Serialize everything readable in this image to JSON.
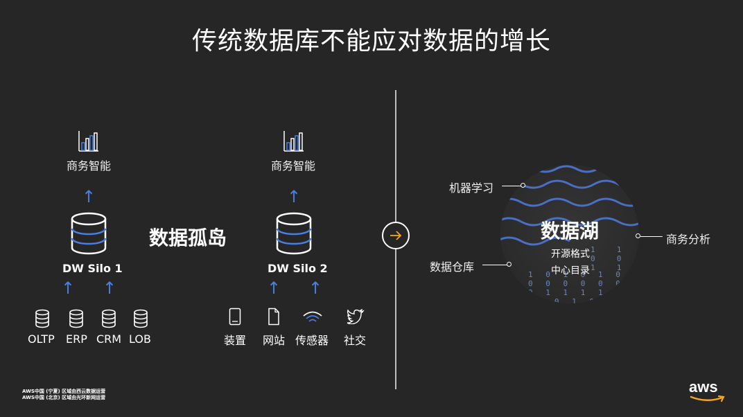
{
  "title": "传统数据库不能应对数据的增长",
  "left": {
    "silo1": {
      "bi_label": "商务智能",
      "db_label": "DW Silo 1",
      "sources": [
        "OLTP",
        "ERP",
        "CRM",
        "LOB"
      ]
    },
    "silo2": {
      "bi_label": "商务智能",
      "db_label": "DW Silo 2",
      "sources": [
        "装置",
        "网站",
        "传感器",
        "社交"
      ]
    },
    "island_label": "数据孤岛"
  },
  "right": {
    "lake_title": "数据湖",
    "lake_subtitle_1": "开源格式",
    "lake_subtitle_2": "中心目录",
    "ml_label": "机器学习",
    "dw_label": "数据仓库",
    "analytics_label": "商务分析"
  },
  "footer": {
    "line1": "AWS中国 (宁夏) 区域由西云数据运营",
    "line2": "AWS中国 (北京) 区域由光环新网运营"
  },
  "logo": "aws",
  "colors": {
    "background": "#262626",
    "accent_blue": "#4a7fe0",
    "accent_orange": "#f5a623"
  }
}
